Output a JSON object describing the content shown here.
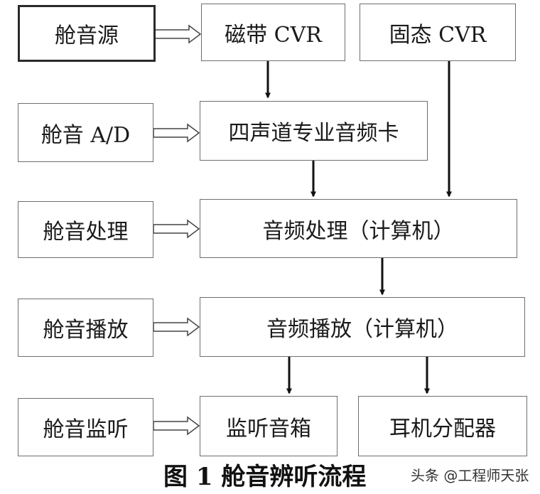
{
  "boxes": {
    "cabin_source": "舱音源",
    "tape_cvr": "磁带 CVR",
    "solid_cvr": "固态 CVR",
    "cabin_ad": "舱音 A/D",
    "four_channel_card": "四声道专业音频卡",
    "cabin_processing": "舱音处理",
    "audio_processing": "音频处理（计算机）",
    "cabin_playback": "舱音播放",
    "audio_playback": "音频播放（计算机）",
    "cabin_monitoring": "舱音监听",
    "monitor_speaker": "监听音箱",
    "headphone_distributor": "耳机分配器"
  },
  "caption": "图 1  舱音辨听流程",
  "watermark": "头条 @工程师天张"
}
